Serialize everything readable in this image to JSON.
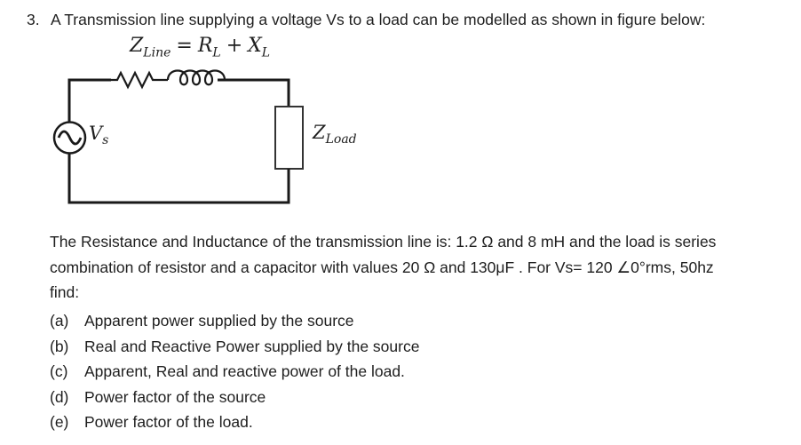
{
  "page": {
    "background": "#ffffff",
    "text_color": "#1e1e1e",
    "line_color": "#1a1a1a"
  },
  "problem": {
    "number": "3.",
    "statement": "A Transmission line supplying a voltage Vs to a load can be modelled as shown in figure below:"
  },
  "formula": {
    "z_base": "Z",
    "z_sub": "Line",
    "equals": "=",
    "r_base": "R",
    "r_sub": "L",
    "plus": "+",
    "x_base": "X",
    "x_sub": "L"
  },
  "circuit": {
    "source_label": {
      "base": "V",
      "sub": "s"
    },
    "load_label": {
      "base": "Z",
      "sub": "Load"
    }
  },
  "description": {
    "line1": "The Resistance and Inductance of the transmission line is: 1.2 Ω and 8 mH and the load is series",
    "line2": "combination of resistor and a capacitor with values 20 Ω and 130μF . For Vs= 120 ∠0°rms, 50hz",
    "line3": "find:"
  },
  "questions": [
    {
      "label": "(a)",
      "text": "Apparent power supplied by the source"
    },
    {
      "label": "(b)",
      "text": "Real and Reactive Power supplied by the source"
    },
    {
      "label": "(c)",
      "text": "Apparent, Real and reactive power of the load."
    },
    {
      "label": "(d)",
      "text": "Power factor of the source"
    },
    {
      "label": "(e)",
      "text": "Power factor of the load."
    }
  ]
}
